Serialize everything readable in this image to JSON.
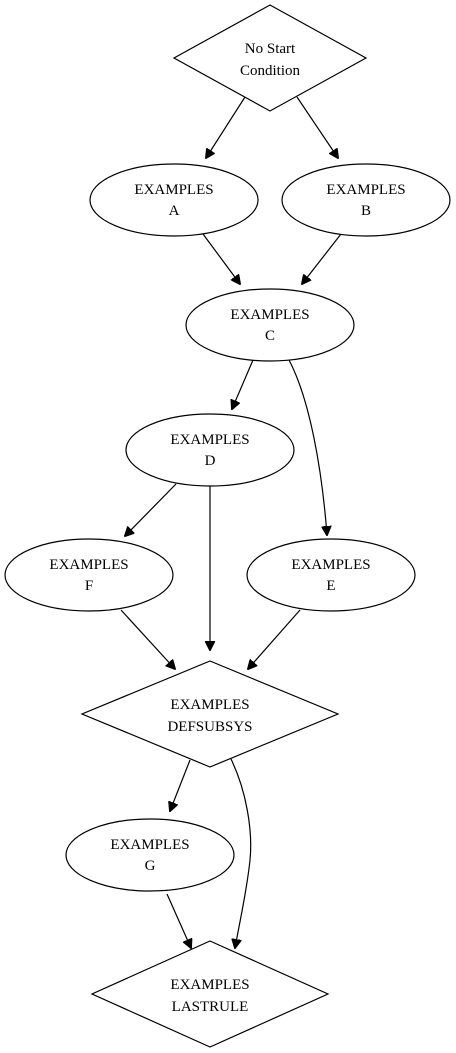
{
  "diagram": {
    "nodes": {
      "start": {
        "line1": "No Start",
        "line2": "Condition"
      },
      "a": {
        "line1": "EXAMPLES",
        "line2": "A"
      },
      "b": {
        "line1": "EXAMPLES",
        "line2": "B"
      },
      "c": {
        "line1": "EXAMPLES",
        "line2": "C"
      },
      "d": {
        "line1": "EXAMPLES",
        "line2": "D"
      },
      "f": {
        "line1": "EXAMPLES",
        "line2": "F"
      },
      "e": {
        "line1": "EXAMPLES",
        "line2": "E"
      },
      "defsubsys": {
        "line1": "EXAMPLES",
        "line2": "DEFSUBSYS"
      },
      "g": {
        "line1": "EXAMPLES",
        "line2": "G"
      },
      "lastrule": {
        "line1": "EXAMPLES",
        "line2": "LASTRULE"
      }
    },
    "edges": [
      {
        "from": "start",
        "to": "a"
      },
      {
        "from": "start",
        "to": "b"
      },
      {
        "from": "a",
        "to": "c"
      },
      {
        "from": "b",
        "to": "c"
      },
      {
        "from": "c",
        "to": "d"
      },
      {
        "from": "c",
        "to": "e"
      },
      {
        "from": "d",
        "to": "f"
      },
      {
        "from": "d",
        "to": "defsubsys"
      },
      {
        "from": "f",
        "to": "defsubsys"
      },
      {
        "from": "e",
        "to": "defsubsys"
      },
      {
        "from": "defsubsys",
        "to": "g"
      },
      {
        "from": "defsubsys",
        "to": "lastrule"
      },
      {
        "from": "g",
        "to": "lastrule"
      }
    ]
  }
}
